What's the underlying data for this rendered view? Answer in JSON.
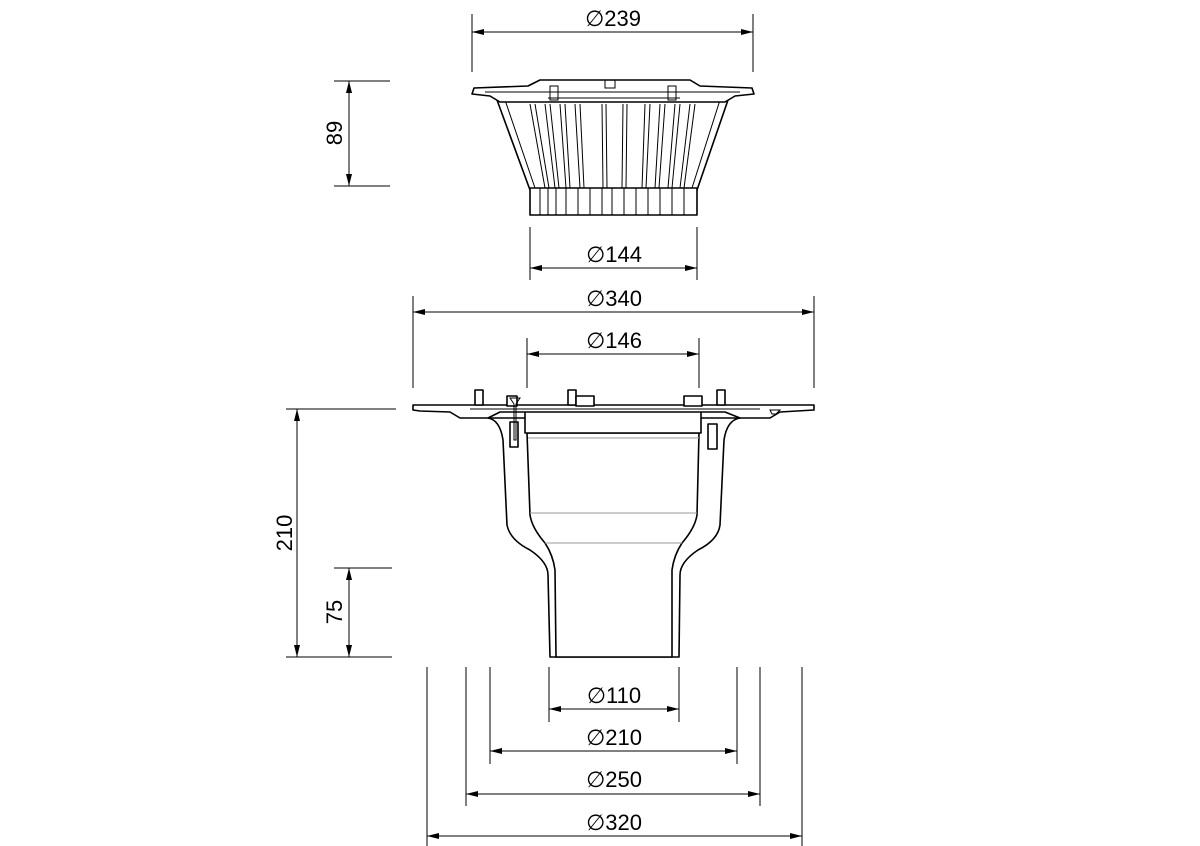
{
  "drawing": {
    "title": "Roof drain with gravel guard - dimensional drawing",
    "units": "mm",
    "colors": {
      "line": "#000000",
      "background": "#ffffff"
    },
    "gravel_guard": {
      "outer_diameter": "∅239",
      "height": "89",
      "bottom_diameter": "∅144"
    },
    "drain_body": {
      "flange_diameter": "∅340",
      "inlet_diameter": "∅146",
      "total_height": "210",
      "outlet_height": "75",
      "outlet_diameter": "∅110",
      "core_diameter_1": "∅210",
      "core_diameter_2": "∅250",
      "core_diameter_3": "∅320"
    }
  }
}
